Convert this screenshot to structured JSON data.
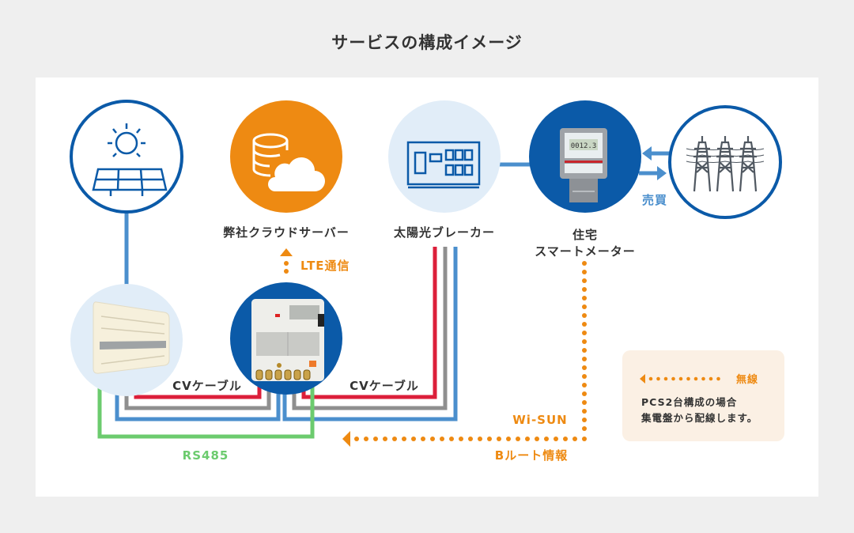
{
  "title": "サービスの構成イメージ",
  "colors": {
    "navy": "#0b5aa8",
    "orange": "#ee8a12",
    "light_blue_bg": "#e1edf8",
    "red_cable": "#dc1f3a",
    "gray_cable": "#8f8f8f",
    "blue_cable": "#4b8fcd",
    "green_cable": "#6ccb6e",
    "note_bg": "#fbf0e4"
  },
  "nodes": {
    "solar_panel": {
      "icon": "solar-panel-icon"
    },
    "cloud_server": {
      "label": "弊社クラウドサーバー",
      "icon": "database-cloud-icon"
    },
    "solar_breaker": {
      "label": "太陽光ブレーカー",
      "icon": "breaker-panel-icon"
    },
    "smart_meter": {
      "label_line1": "住宅",
      "label_line2": "スマートメーター",
      "icon": "smart-meter-icon"
    },
    "power_grid": {
      "icon": "transmission-tower-icon"
    },
    "pcs": {
      "icon": "power-conditioner-icon"
    },
    "monitor_device": {
      "icon": "measurement-device-icon"
    }
  },
  "connections": {
    "lte": "LTE通信",
    "sell_buy": "売買",
    "cv_cable_left": "CVケーブル",
    "cv_cable_right": "CVケーブル",
    "rs485": "RS485",
    "wi_sun": "Wi-SUN",
    "b_route": "Bルート情報"
  },
  "note": {
    "legend_label": "無線",
    "line1": "PCS2台構成の場合",
    "line2": "集電盤から配線します。"
  }
}
